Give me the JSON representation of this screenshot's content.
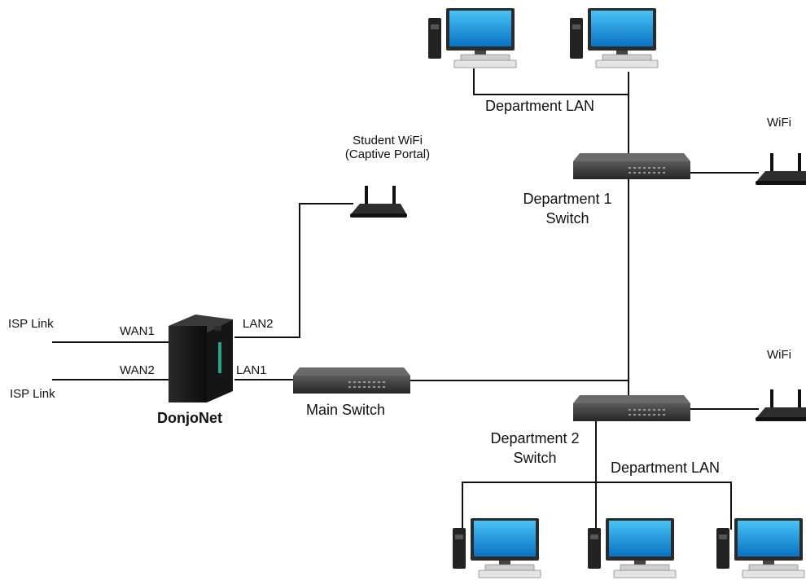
{
  "labels": {
    "isp_link_1": "ISP Link",
    "isp_link_2": "ISP Link",
    "wan1": "WAN1",
    "wan2": "WAN2",
    "lan1": "LAN1",
    "lan2": "LAN2",
    "server": "DonjoNet",
    "main_switch": "Main Switch",
    "student_wifi_line1": "Student WiFi",
    "student_wifi_line2": "(Captive Portal)",
    "dept1_switch_line1": "Department 1",
    "dept1_switch_line2": "Switch",
    "dept2_switch_line1": "Department 2",
    "dept2_switch_line2": "Switch",
    "dept_lan_top": "Department LAN",
    "dept_lan_bottom": "Department LAN",
    "wifi_top": "WiFi",
    "wifi_bottom": "WiFi"
  },
  "colors": {
    "line": "#111111",
    "switch_body": "#3b3b3b",
    "monitor_screen": "#1a9be0",
    "tower": "#1c1c1c"
  },
  "icons": [
    "server-icon",
    "switch-icon",
    "router-icon",
    "desktop-computer-icon"
  ]
}
